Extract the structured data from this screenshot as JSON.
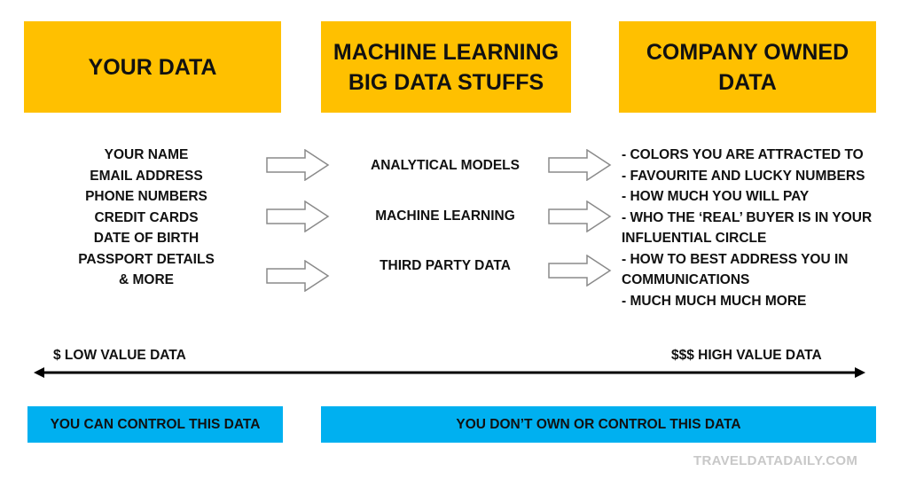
{
  "colors": {
    "header_bg": "#ffc000",
    "footer_bg": "#00b0f0",
    "arrow_outline": "#8a8a8a",
    "watermark": "#c8c8c8"
  },
  "headers": {
    "left": "YOUR DATA",
    "middle": "MACHINE LEARNING\nBIG DATA STUFFS",
    "right": "COMPANY OWNED\nDATA"
  },
  "your_data_items": [
    "YOUR NAME",
    "EMAIL ADDRESS",
    "PHONE NUMBERS",
    "CREDIT CARDS",
    "DATE OF BIRTH",
    "PASSPORT DETAILS",
    "& MORE"
  ],
  "processes": [
    "ANALYTICAL MODELS",
    "MACHINE LEARNING",
    "THIRD PARTY DATA"
  ],
  "company_data_items": [
    "- COLORS YOU ARE ATTRACTED TO",
    "- FAVOURITE AND LUCKY NUMBERS",
    "- HOW MUCH YOU WILL PAY",
    "- WHO THE ‘REAL’ BUYER IS IN YOUR",
    "INFLUENTIAL CIRCLE",
    "- HOW TO BEST ADDRESS YOU IN",
    "COMMUNICATIONS",
    "- MUCH MUCH MUCH MORE"
  ],
  "arrow_icon": "outline-right-arrow",
  "value_scale": {
    "low_label": "$ LOW VALUE DATA",
    "high_label": "$$$ HIGH VALUE DATA"
  },
  "footer": {
    "left": "YOU CAN CONTROL THIS DATA",
    "right": "YOU DON’T OWN OR CONTROL THIS DATA"
  },
  "watermark": "TRAVELDATADAILY.COM"
}
